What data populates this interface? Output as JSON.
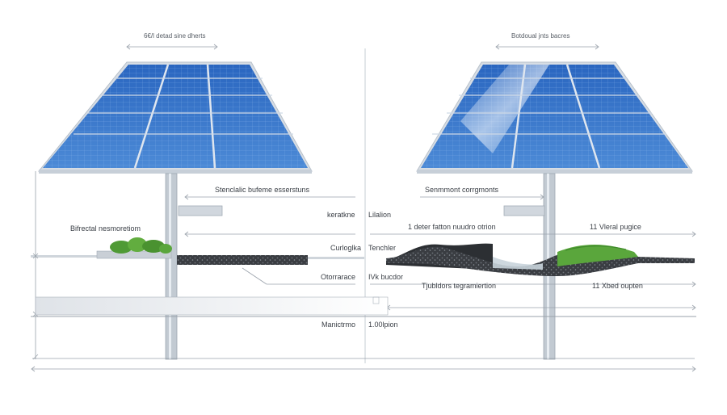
{
  "left_panel": {
    "title": "6€/l detad sine dherts",
    "labels": {
      "a": "Stenclalic bufeme esserstuns",
      "b": "Bifrectal nesmoretiom",
      "c": "Curloglka",
      "d": "Otorrarace",
      "e": "Manictrmo"
    }
  },
  "center_labels": {
    "a": "keratkne",
    "b": "Lilalion",
    "c": "Tenchler",
    "d": "IVk bucdor",
    "e": "1.00lpion",
    "f": "1 deter fatton nuudro otrion",
    "g": "Tjubldors tegramiertion"
  },
  "right_panel": {
    "title": "Botdoual jnts bacres",
    "labels": {
      "a": "Senmmont corrgmonts",
      "b": "11 Vleral pugice",
      "c": "11 Xbed oupten"
    }
  },
  "colors": {
    "panel_blue": "#2f6fc4",
    "panel_frame": "#c9d2dc",
    "pole": "#aeb7c0",
    "grass": "#5aa63c",
    "gravel": "#2f3236",
    "line": "#9aa2ab"
  }
}
